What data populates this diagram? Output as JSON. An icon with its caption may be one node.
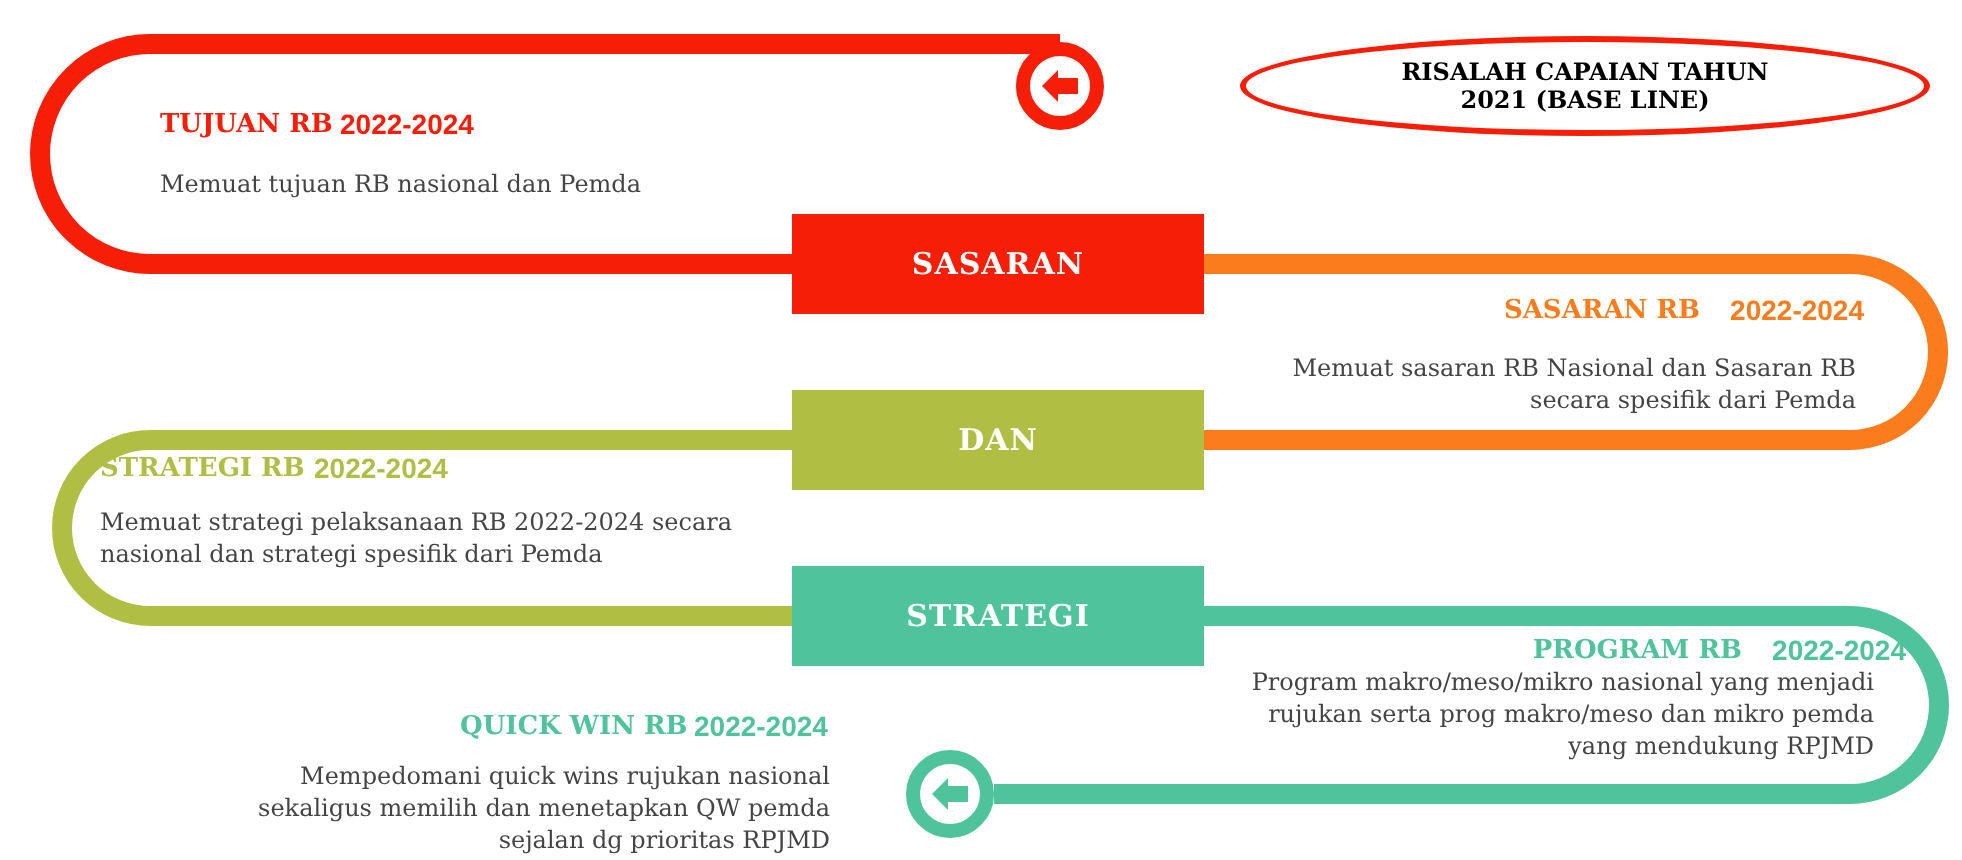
{
  "diagram": {
    "nodes": [
      {
        "text": [],
        "shape": "circle"
      },
      {
        "text": [
          "RISALAH CAPAIAN TAHUN 2021 (BASE LINE)"
        ]
      },
      {
        "text": [
          "SASARAN"
        ]
      },
      {
        "text": [
          "DAN"
        ]
      },
      {
        "text": [
          "STRATEGI"
        ]
      },
      {
        "text": [],
        "shape": "circle"
      }
    ],
    "edges": [
      {
        "from": 0,
        "to": 2,
        "arrow": "none",
        "color": "#f71e08"
      },
      {
        "from": 2,
        "to": 3,
        "arrow": "none",
        "color": "#fb7c1c"
      },
      {
        "from": 3,
        "to": 4,
        "arrow": "none",
        "color": "#b0bf44"
      },
      {
        "from": 4,
        "to": 5,
        "arrow": "none",
        "color": "#4fc39b"
      }
    ],
    "labels": [
      "TUJUAN RB",
      "2022-2024",
      "Memuat tujuan RB nasional dan Pemda",
      "SASARAN RB",
      "2022-2024",
      "Memuat sasaran RB Nasional dan Sasaran RB secara spesifik dari Pemda",
      "STRATEGI RB",
      "2022-2024",
      "Memuat strategi pelaksanaan RB 2022-2024 secara nasional dan strategi spesifik dari Pemda",
      "PROGRAM RB",
      "2022-2024",
      "Program makro/meso/mikro nasional yang menjadi rujukan serta prog makro/meso dan mikro pemda yang mendukung RPJMD",
      "QUICK WIN RB",
      "2022-2024",
      "Mempedomani quick wins rujukan nasional sekaligus memilih dan menetapkan QW pemda sejalan dg prioritas RPJMD"
    ]
  }
}
